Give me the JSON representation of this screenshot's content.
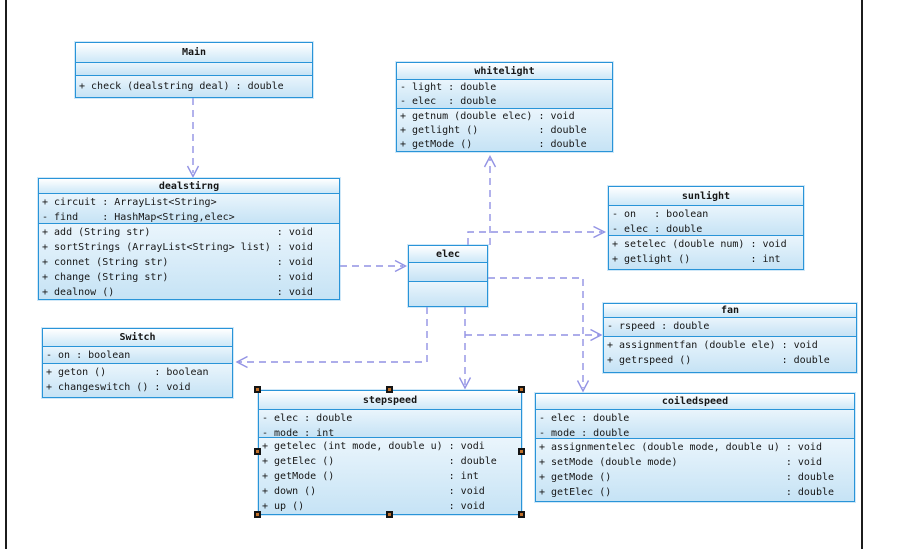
{
  "canvas": {
    "background": "#ffffff",
    "border_line_color": "#1c1c1c",
    "box_border_color": "#2994d8",
    "box_fill_top": "#eaf5fc",
    "box_fill_bottom": "#c6e3f5",
    "arrow_color": "#9292e4",
    "selected_class": "stepspeed"
  },
  "classes": [
    {
      "id": "main",
      "title": "Main",
      "attributes": [],
      "methods": [
        "+ check (dealstring deal) : double"
      ]
    },
    {
      "id": "whitelight",
      "title": "whitelight",
      "attributes": [
        "- light : double",
        "- elec  : double"
      ],
      "methods": [
        "+ getnum (double elec) : void",
        "+ getlight ()          : double",
        "+ getMode ()           : double"
      ]
    },
    {
      "id": "sunlight",
      "title": "sunlight",
      "attributes": [
        "- on   : boolean",
        "- elec : double"
      ],
      "methods": [
        "+ setelec (double num) : void",
        "+ getlight ()          : int"
      ]
    },
    {
      "id": "dealstirng",
      "title": "dealstirng",
      "attributes": [
        "+ circuit : ArrayList<String>",
        "- find    : HashMap<String,elec>"
      ],
      "methods": [
        "+ add (String str)                     : void",
        "+ sortStrings (ArrayList<String> list) : void",
        "+ connet (String str)                  : void",
        "+ change (String str)                  : void",
        "+ dealnow ()                           : void"
      ]
    },
    {
      "id": "elec",
      "title": "elec",
      "attributes": [],
      "methods": []
    },
    {
      "id": "switch",
      "title": "Switch",
      "attributes": [
        "- on : boolean"
      ],
      "methods": [
        "+ geton ()        : boolean",
        "+ changeswitch () : void"
      ]
    },
    {
      "id": "fan",
      "title": "fan",
      "attributes": [
        "- rspeed : double"
      ],
      "methods": [
        "+ assignmentfan (double ele) : void",
        "+ getrspeed ()               : double"
      ]
    },
    {
      "id": "stepspeed",
      "title": "stepspeed",
      "attributes": [
        "- elec : double",
        "- mode : int"
      ],
      "methods": [
        "+ getelec (int mode, double u) : vodi",
        "+ getElec ()                   : double",
        "+ getMode ()                   : int",
        "+ down ()                      : void",
        "+ up ()                        : void"
      ]
    },
    {
      "id": "coiledspeed",
      "title": "coiledspeed",
      "attributes": [
        "- elec : double",
        "- mode : double"
      ],
      "methods": [
        "+ assignmentelec (double mode, double u) : void",
        "+ setMode (double mode)                  : void",
        "+ getMode ()                             : double",
        "+ getElec ()                             : double"
      ]
    }
  ],
  "relations": [
    {
      "from": "Main",
      "to": "dealstirng",
      "type": "dependency"
    },
    {
      "from": "dealstirng",
      "to": "elec",
      "type": "dependency"
    },
    {
      "from": "elec",
      "to": "whitelight",
      "type": "dependency"
    },
    {
      "from": "elec",
      "to": "sunlight",
      "type": "dependency"
    },
    {
      "from": "elec",
      "to": "coiledspeed",
      "type": "dependency"
    },
    {
      "from": "elec",
      "to": "fan",
      "type": "dependency"
    },
    {
      "from": "elec",
      "to": "stepspeed",
      "type": "dependency"
    },
    {
      "from": "elec",
      "to": "Switch",
      "type": "dependency"
    }
  ]
}
